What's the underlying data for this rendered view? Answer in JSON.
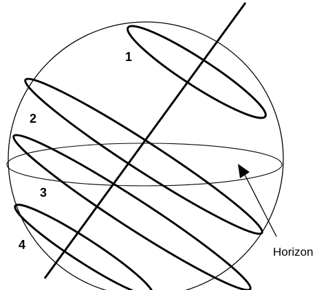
{
  "diagram": {
    "orbit_labels": [
      "1",
      "2",
      "3",
      "4"
    ],
    "horizon_label": "Horizon",
    "colors": {
      "stroke": "#000000",
      "background": "#ffffff"
    }
  }
}
